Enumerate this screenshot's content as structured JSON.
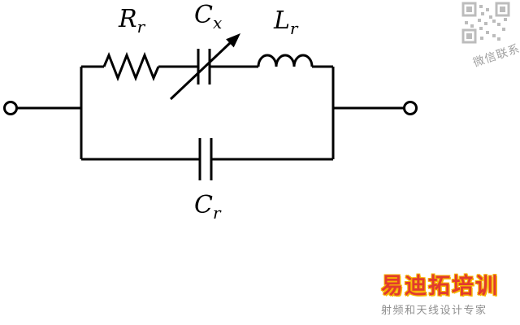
{
  "circuit": {
    "labels": {
      "resistor": {
        "main": "R",
        "sub": "r"
      },
      "variable_capacitor": {
        "main": "C",
        "sub": "x"
      },
      "inductor": {
        "main": "L",
        "sub": "r"
      },
      "shunt_capacitor": {
        "main": "C",
        "sub": "r"
      }
    }
  },
  "watermarks": {
    "qr_caption": "微信联系",
    "brand": "易迪拓培训",
    "tagline": "射频和天线设计专家"
  },
  "colors": {
    "line": "#000000",
    "brand_red": "#e23a2e",
    "brand_outline": "#f7b500",
    "tagline_gray": "#8f8f8f",
    "watermark_gray": "#a9a9a9"
  }
}
